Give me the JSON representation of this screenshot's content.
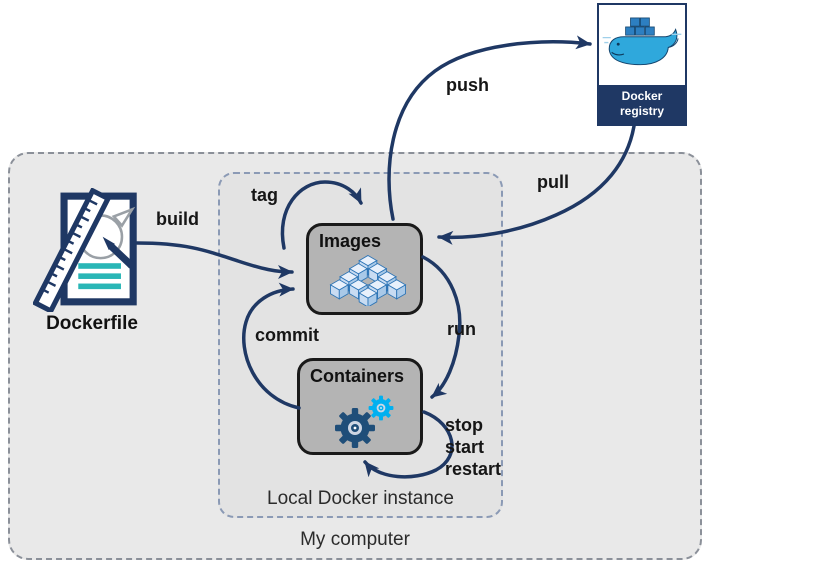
{
  "diagram": {
    "outer_box_label": "My computer",
    "inner_box_label": "Local Docker instance",
    "nodes": {
      "dockerfile": {
        "label": "Dockerfile"
      },
      "images": {
        "label": "Images"
      },
      "containers": {
        "label": "Containers"
      },
      "registry": {
        "label": "Docker registry"
      }
    },
    "arrows": {
      "build": "build",
      "tag": "tag",
      "push": "push",
      "pull": "pull",
      "run": "run",
      "commit": "commit",
      "stop": "stop",
      "start": "start",
      "restart": "restart"
    },
    "colors": {
      "arrow": "#1f3864",
      "navy": "#1f3864",
      "node_fill": "#b4b4b4",
      "node_border": "#1a1a1a",
      "outer_fill": "#e9e9e9",
      "inner_fill": "#e3e3e3",
      "cube_blue": "#2e75b6",
      "gear_dark": "#1f4e79",
      "gear_cyan": "#00b0f0",
      "teal": "#29b6b6",
      "whale_blue": "#2fa8dc"
    }
  }
}
